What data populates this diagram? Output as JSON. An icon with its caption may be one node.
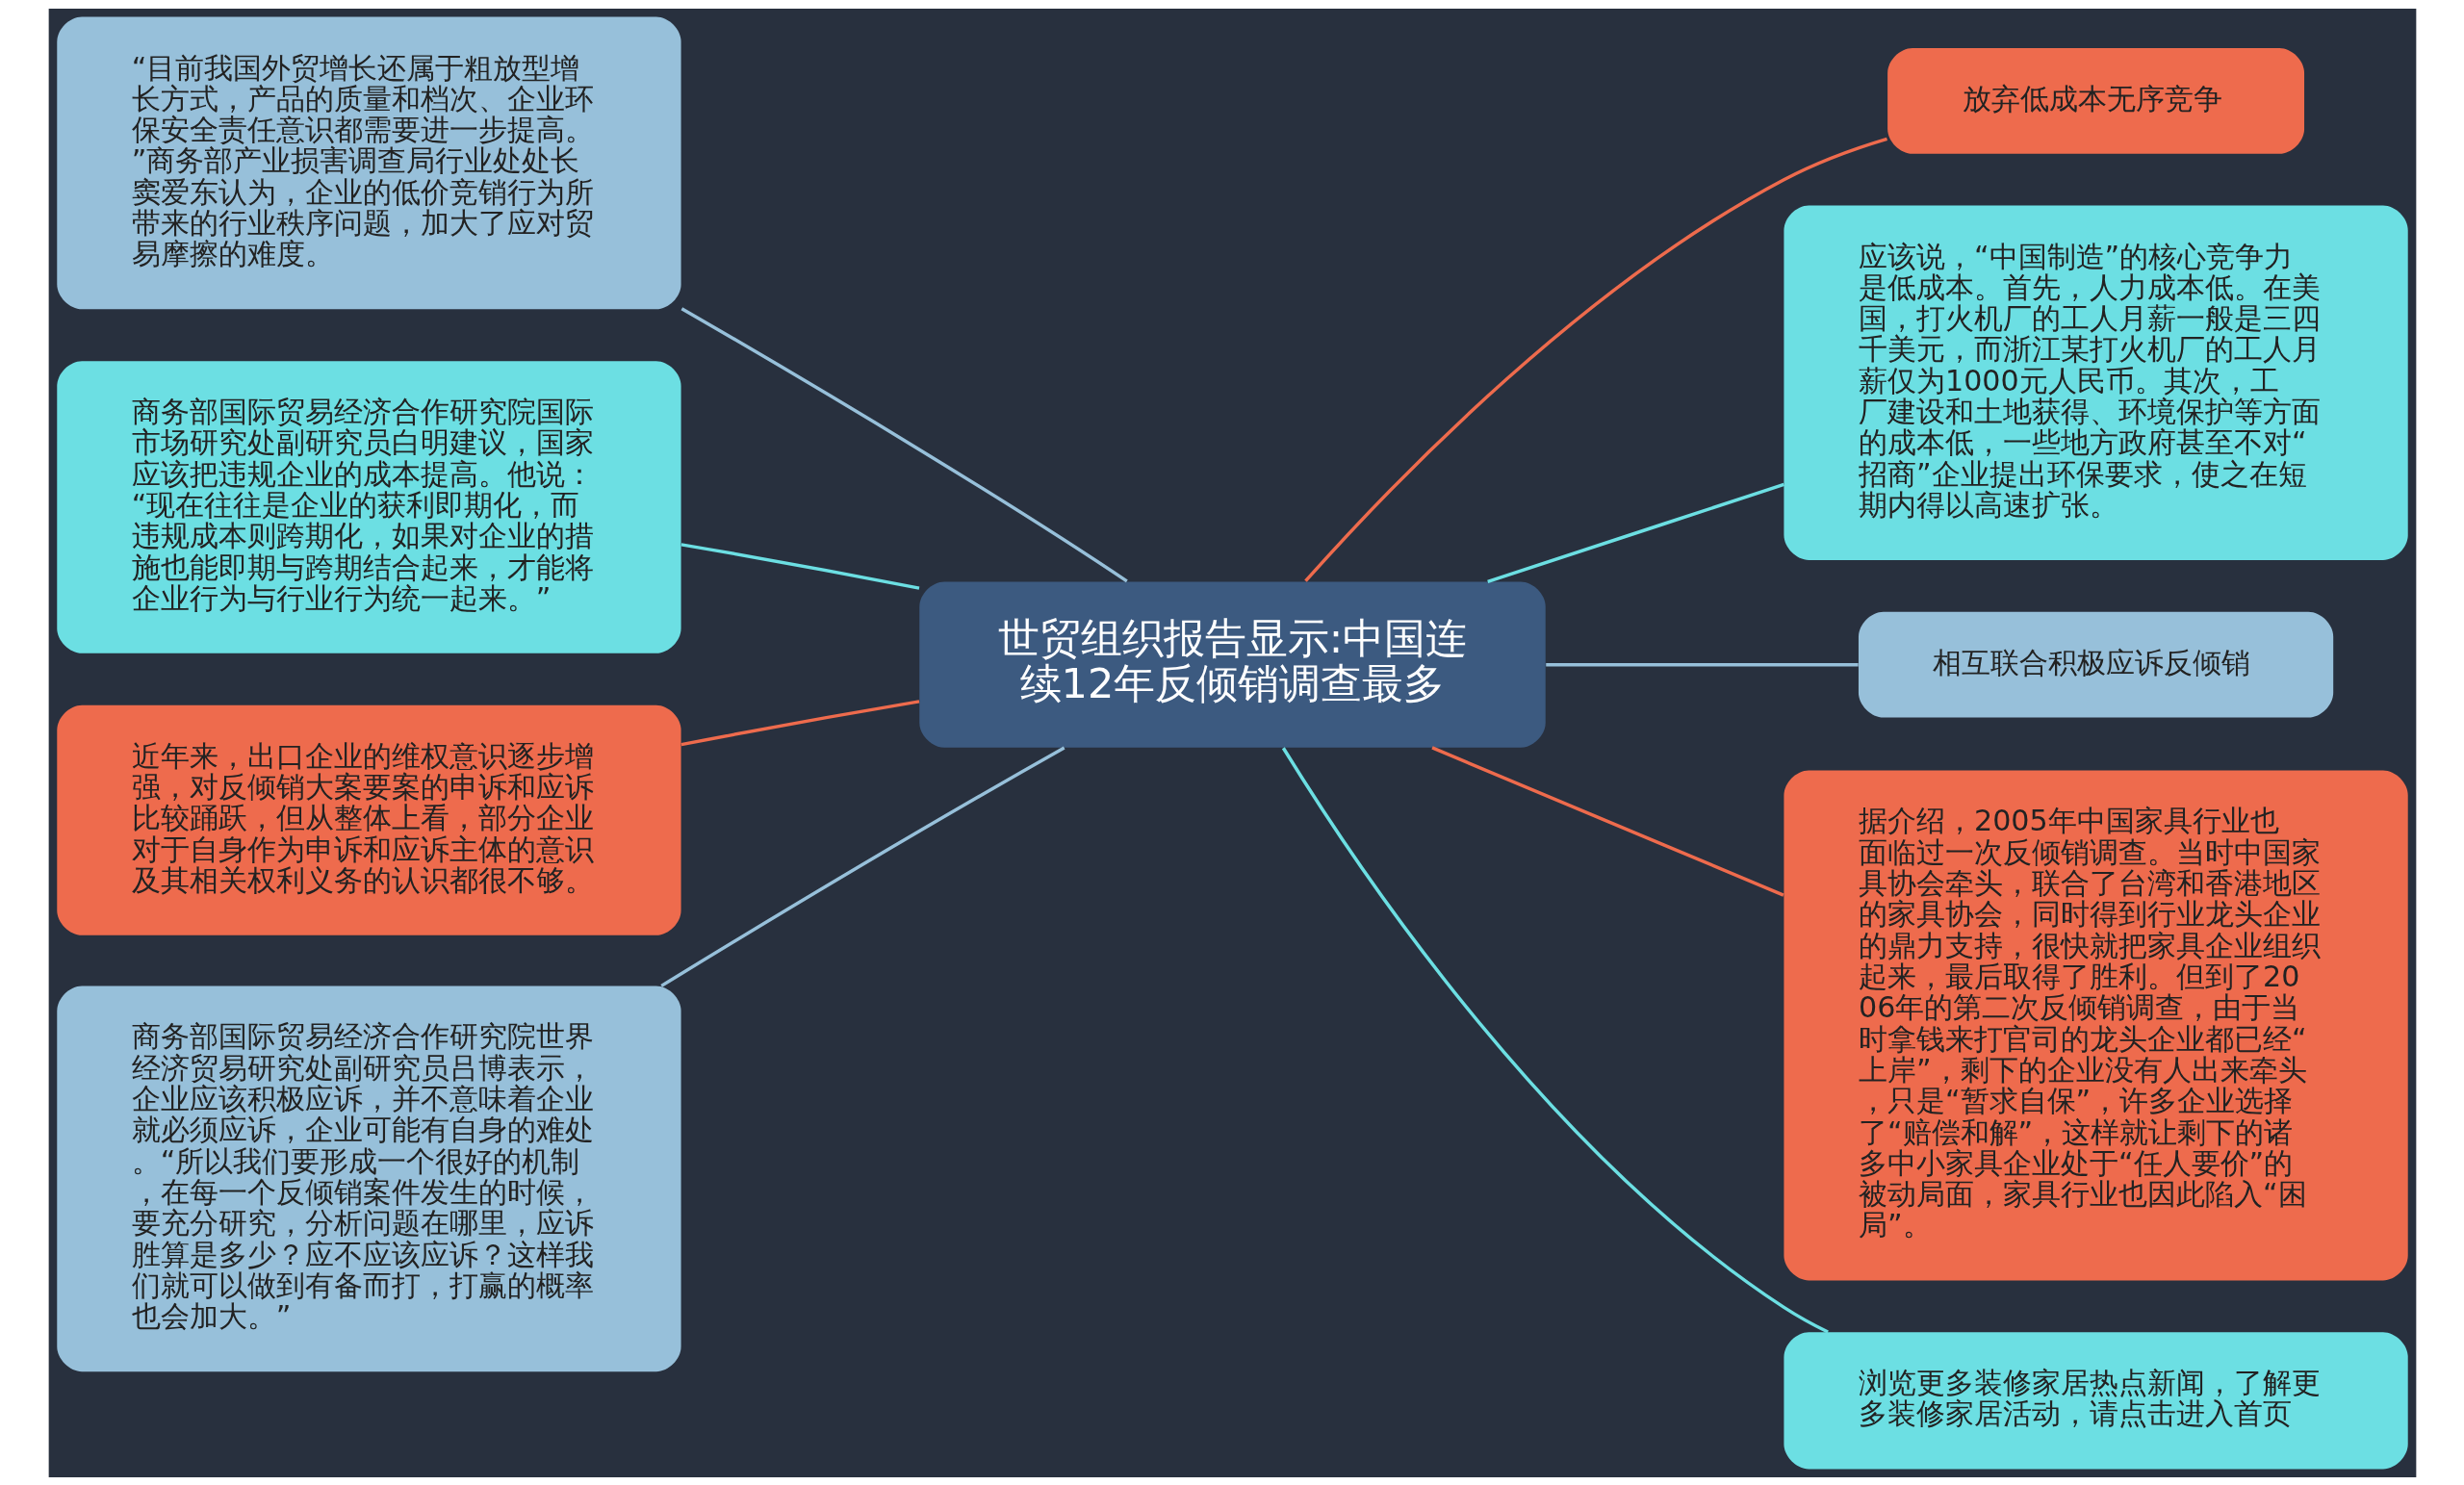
{
  "diagram": {
    "nodes": [
      {
        "text": [
          "世贸组织报告显示:中国连续12年反倾销调查最多"
        ]
      },
      {
        "text": [
          "“目前我国外贸增长还属于粗放型增长方式，产品的质量和档次、企业环保安全责任意识都需要进一步提高。”商务部产业损害调查局行业处处长窦爱东认为，企业的低价竞销行为所带来的行业秩序问题，加大了应对贸易摩擦的难度。"
        ]
      },
      {
        "text": [
          "商务部国际贸易经济合作研究院国际市场研究处副研究员白明建议，国家应该把违规企业的成本提高。他说：“现在往往是企业的获利即期化，而违规成本则跨期化，如果对企业的措施也能即期与跨期结合起来，才能将企业行为与行业行为统一起来。”"
        ]
      },
      {
        "text": [
          "近年来，出口企业的维权意识逐步增强，对反倾销大案要案的申诉和应诉比较踊跃，但从整体上看，部分企业对于自身作为申诉和应诉主体的意识及其相关权利义务的认识都很不够。"
        ]
      },
      {
        "text": [
          "商务部国际贸易经济合作研究院世界经济贸易研究处副研究员吕博表示，企业应该积极应诉，并不意味着企业就必须应诉，企业可能有自身的难处。“所以我们要形成一个很好的机制，在每一个反倾销案件发生的时候，要充分研究，分析问题在哪里，应诉胜算是多少？应不应该应诉？这样我们就可以做到有备而打，打赢的概率也会加大。”"
        ]
      },
      {
        "text": [
          "放弃低成本无序竞争"
        ]
      },
      {
        "text": [
          "应该说，“中国制造”的核心竞争力是低成本。首先，人力成本低。在美国，打火机厂的工人月薪一般是三四千美元，而浙江某打火机厂的工人月薪仅为1000元人民币。其次，工厂建设和土地获得、环境保护等方面的成本低，一些地方政府甚至不对“招商”企业提出环保要求，使之在短期内得以高速扩张。"
        ]
      },
      {
        "text": [
          "相互联合积极应诉反倾销"
        ]
      },
      {
        "text": [
          "据介绍，2005年中国家具行业也面临过一次反倾销调查。当时中国家具协会牵头，联合了台湾和香港地区的家具协会，同时得到行业龙头企业的鼎力支持，很快就把家具企业组织起来，最后取得了胜利。但到了2006年的第二次反倾销调查，由于当时拿钱来打官司的龙头企业都已经“上岸”，剩下的企业没有人出来牵头，只是“暂求自保”，许多企业选择了“赔偿和解”，这样就让剩下的诸多中小家具企业处于“任人要价”的被动局面，家具行业也因此陷入“困局”。"
        ]
      },
      {
        "text": [
          "浏览更多装修家居热点新闻，了解更多装修家居活动，请点击进入首页"
        ]
      }
    ],
    "edges": [
      {
        "from": 0,
        "to": 1,
        "arrow": "none",
        "color": "#97c0da"
      },
      {
        "from": 0,
        "to": 2,
        "arrow": "none",
        "color": "#6cdfe3"
      },
      {
        "from": 0,
        "to": 3,
        "arrow": "none",
        "color": "#ee6b4d"
      },
      {
        "from": 0,
        "to": 4,
        "arrow": "none",
        "color": "#97c0da"
      },
      {
        "from": 0,
        "to": 5,
        "arrow": "none",
        "color": "#ee6b4d"
      },
      {
        "from": 0,
        "to": 6,
        "arrow": "none",
        "color": "#6cdfe3"
      },
      {
        "from": 0,
        "to": 7,
        "arrow": "none",
        "color": "#97c0da"
      },
      {
        "from": 0,
        "to": 8,
        "arrow": "none",
        "color": "#ee6b4d"
      },
      {
        "from": 0,
        "to": 9,
        "arrow": "none",
        "color": "#6cdfe3"
      }
    ]
  }
}
